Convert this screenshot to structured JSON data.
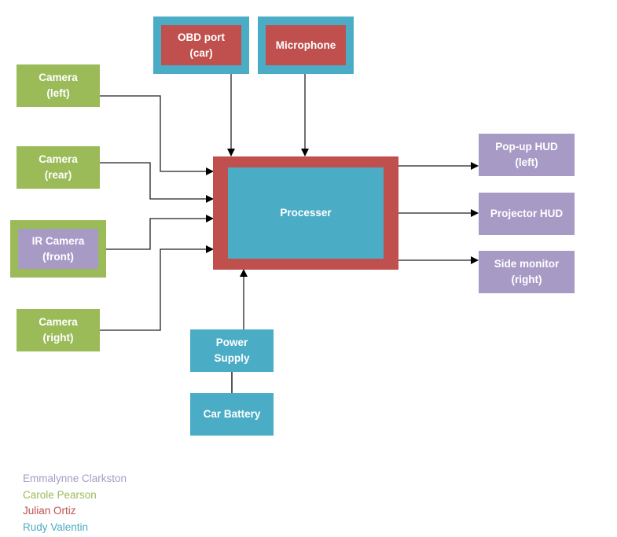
{
  "diagram": {
    "colors": {
      "green": "#9bbb59",
      "purple": "#a79bc6",
      "red": "#c0504d",
      "blue": "#4bacc6",
      "line": "#000000"
    },
    "nodes": {
      "obd_port": "OBD port\n(car)",
      "microphone": "Microphone",
      "camera_left": "Camera\n(left)",
      "camera_rear": "Camera\n(rear)",
      "ir_camera_front": "IR Camera\n(front)",
      "camera_right": "Camera\n(right)",
      "processor": "Processer",
      "popup_hud_left": "Pop-up HUD\n(left)",
      "projector_hud": "Projector HUD",
      "side_monitor_right": "Side monitor\n(right)",
      "power_supply": "Power\nSupply",
      "car_battery": "Car Battery"
    },
    "edges": [
      {
        "from": "obd_port",
        "to": "processor",
        "arrow": true
      },
      {
        "from": "microphone",
        "to": "processor",
        "arrow": true
      },
      {
        "from": "camera_left",
        "to": "processor",
        "arrow": true
      },
      {
        "from": "camera_rear",
        "to": "processor",
        "arrow": true
      },
      {
        "from": "ir_camera_front",
        "to": "processor",
        "arrow": true
      },
      {
        "from": "camera_right",
        "to": "processor",
        "arrow": true
      },
      {
        "from": "processor",
        "to": "popup_hud_left",
        "arrow": true
      },
      {
        "from": "processor",
        "to": "projector_hud",
        "arrow": true
      },
      {
        "from": "processor",
        "to": "side_monitor_right",
        "arrow": true
      },
      {
        "from": "power_supply",
        "to": "processor",
        "arrow": true
      },
      {
        "from": "car_battery",
        "to": "power_supply",
        "arrow": false
      }
    ]
  },
  "legend": [
    {
      "name": "Emmalynne Clarkston",
      "color": "#a79bc6"
    },
    {
      "name": "Carole Pearson",
      "color": "#9bbb59"
    },
    {
      "name": "Julian Ortiz",
      "color": "#c0504d"
    },
    {
      "name": "Rudy Valentin",
      "color": "#4bacc6"
    }
  ]
}
